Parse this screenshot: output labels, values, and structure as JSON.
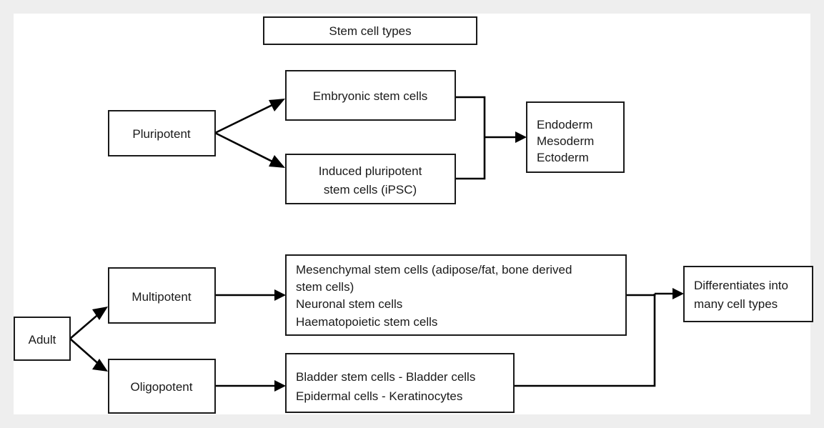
{
  "page": {
    "background_color": "#eeeeee",
    "canvas_color": "#ffffff",
    "stroke_color": "#1a1a1a"
  },
  "chart_data": {
    "type": "diagram",
    "title": "Stem cell types",
    "nodes": [
      {
        "id": "title",
        "label": "Stem cell types"
      },
      {
        "id": "pluripotent",
        "label": "Pluripotent"
      },
      {
        "id": "embryonic",
        "label": "Embryonic stem cells"
      },
      {
        "id": "ipsc_line1",
        "label": "Induced pluripotent"
      },
      {
        "id": "ipsc_line2",
        "label": "stem cells (iPSC)"
      },
      {
        "id": "germ1",
        "label": "Endoderm"
      },
      {
        "id": "germ2",
        "label": "Mesoderm"
      },
      {
        "id": "germ3",
        "label": "Ectoderm"
      },
      {
        "id": "adult",
        "label": "Adult"
      },
      {
        "id": "multipotent",
        "label": "Multipotent"
      },
      {
        "id": "oligopotent",
        "label": "Oligopotent"
      },
      {
        "id": "multi_out_1",
        "label": "Mesenchymal stem cells (adipose/fat, bone derived"
      },
      {
        "id": "multi_out_2",
        "label": "stem cells)"
      },
      {
        "id": "multi_out_3",
        "label": "Neuronal stem cells"
      },
      {
        "id": "multi_out_4",
        "label": "Haematopoietic stem cells"
      },
      {
        "id": "oligo_out_1",
        "label": "Bladder stem cells - Bladder cells"
      },
      {
        "id": "oligo_out_2",
        "label": "Epidermal cells - Keratinocytes"
      },
      {
        "id": "differentiates_1",
        "label": "Differentiates into"
      },
      {
        "id": "differentiates_2",
        "label": "many cell types"
      }
    ],
    "edges": [
      {
        "from": "pluripotent",
        "to": "embryonic",
        "style": "arrow"
      },
      {
        "from": "pluripotent",
        "to": "ipsc",
        "style": "arrow"
      },
      {
        "from": "embryonic",
        "to": "germ_layers",
        "style": "arrow"
      },
      {
        "from": "ipsc",
        "to": "germ_layers",
        "style": "arrow"
      },
      {
        "from": "adult",
        "to": "multipotent",
        "style": "arrow"
      },
      {
        "from": "adult",
        "to": "oligopotent",
        "style": "arrow"
      },
      {
        "from": "multipotent",
        "to": "multipotent_outputs",
        "style": "arrow"
      },
      {
        "from": "oligopotent",
        "to": "oligopotent_outputs",
        "style": "arrow"
      },
      {
        "from": "multipotent_outputs",
        "to": "differentiates",
        "style": "arrow"
      },
      {
        "from": "oligopotent_outputs",
        "to": "differentiates",
        "style": "arrow"
      }
    ]
  },
  "diagram": {
    "title_box": {
      "label": "Stem cell types"
    },
    "pluripotent_box": {
      "label": "Pluripotent"
    },
    "embryonic_box": {
      "label": "Embryonic stem cells"
    },
    "ipsc_box": {
      "line1": "Induced pluripotent",
      "line2": "stem cells (iPSC)"
    },
    "germ_layers_box": {
      "line1": "Endoderm",
      "line2": "Mesoderm",
      "line3": "Ectoderm"
    },
    "adult_box": {
      "label": "Adult"
    },
    "multipotent_box": {
      "label": "Multipotent"
    },
    "oligopotent_box": {
      "label": "Oligopotent"
    },
    "multipotent_outputs_box": {
      "line1": "Mesenchymal stem cells (adipose/fat, bone derived",
      "line2": "stem cells)",
      "line3": "Neuronal stem cells",
      "line4": "Haematopoietic stem cells"
    },
    "oligopotent_outputs_box": {
      "line1": "Bladder stem cells - Bladder cells",
      "line2": "Epidermal cells - Keratinocytes"
    },
    "differentiates_box": {
      "line1": "Differentiates into",
      "line2": "many cell types"
    }
  }
}
